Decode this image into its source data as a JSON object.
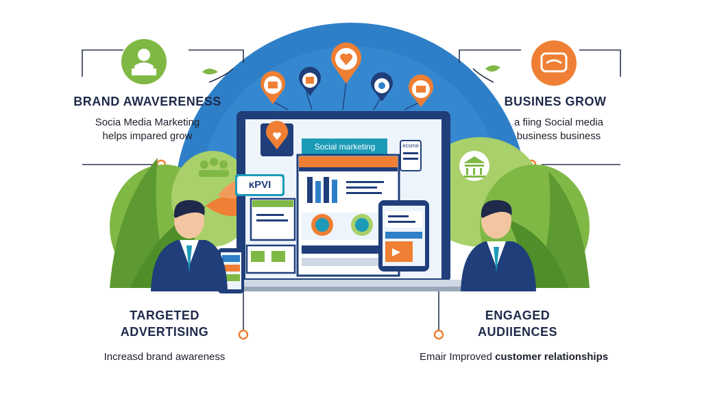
{
  "sections": {
    "brand_awareness": {
      "title": "BRAND AWAVERENESS",
      "subtitle_line1": "Socia Media Marketing",
      "subtitle_line2": "helps impared grow"
    },
    "business_growth": {
      "title": "BUSINES GROW",
      "subtitle_line1": "a fiing Social media",
      "subtitle_line2": "business business"
    },
    "targeted_advertising": {
      "title_line1": "TARGETED",
      "title_line2": "ADVERTISING",
      "subtitle": "Increasd brand awareness"
    },
    "engaged_audiences": {
      "title_line1": "ENGAGED",
      "title_line2": "AUDIIENCES",
      "subtitle_prefix": "Emair Improved",
      "subtitle_bold": "customer relationships"
    }
  },
  "screen": {
    "header_label": "Social marketing",
    "tag_label": "ecsme",
    "badge_label": "ĸPVI"
  },
  "colors": {
    "navy": "#1f3e7a",
    "blue": "#2f7fc8",
    "orange": "#ee7f34",
    "green": "#7fb844",
    "light_green": "#a9d06a",
    "teal": "#1b9bb8"
  },
  "icons": [
    "user-badge-icon",
    "chat-bubble-icon",
    "heart-icon",
    "store-icon",
    "box-icon",
    "camera-icon",
    "team-icon",
    "bank-icon"
  ]
}
